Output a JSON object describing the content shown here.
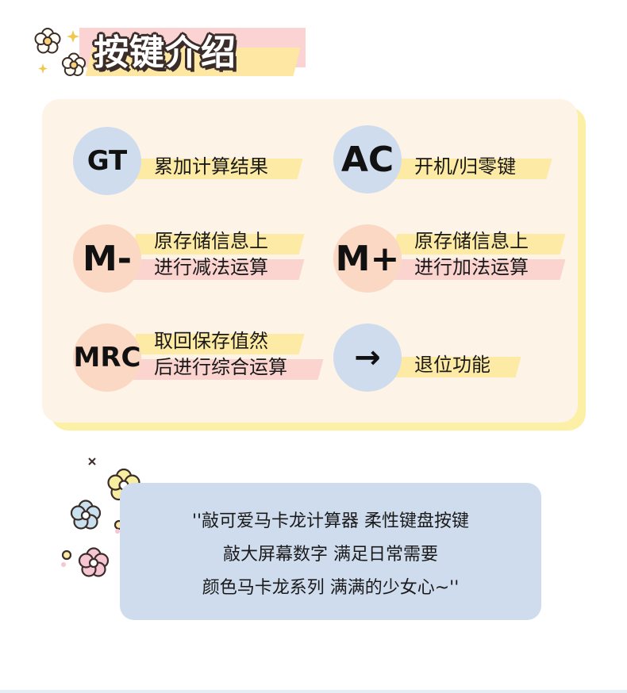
{
  "header": {
    "title": "按键介绍"
  },
  "keys": [
    {
      "symbol": "GT",
      "lines": [
        "累加计算结果"
      ]
    },
    {
      "symbol": "AC",
      "lines": [
        "开机/归零键"
      ]
    },
    {
      "symbol": "M-",
      "lines": [
        "原存储信息上",
        "进行减法运算"
      ]
    },
    {
      "symbol": "M+",
      "lines": [
        "原存储信息上",
        "进行加法运算"
      ]
    },
    {
      "symbol": "MRC",
      "lines": [
        "取回保存值然",
        "后进行综合运算"
      ]
    },
    {
      "symbol": "→",
      "lines": [
        "退位功能"
      ]
    }
  ],
  "quote": {
    "lines": [
      "''敲可爱马卡龙计算器 柔性键盘按键",
      "敲大屏幕数字 满足日常需要",
      "颜色马卡龙系列 满满的少女心~''"
    ]
  },
  "colors": {
    "circle_blue": "#cfdcee",
    "circle_peach": "#fad8c4",
    "band_yellow": "#fdeaa4",
    "band_pink": "#fbd4d0",
    "card": "#fdf3e6",
    "card_shadow": "#fcefa6"
  },
  "icons": [
    "flower-icon",
    "sparkle-icon"
  ]
}
